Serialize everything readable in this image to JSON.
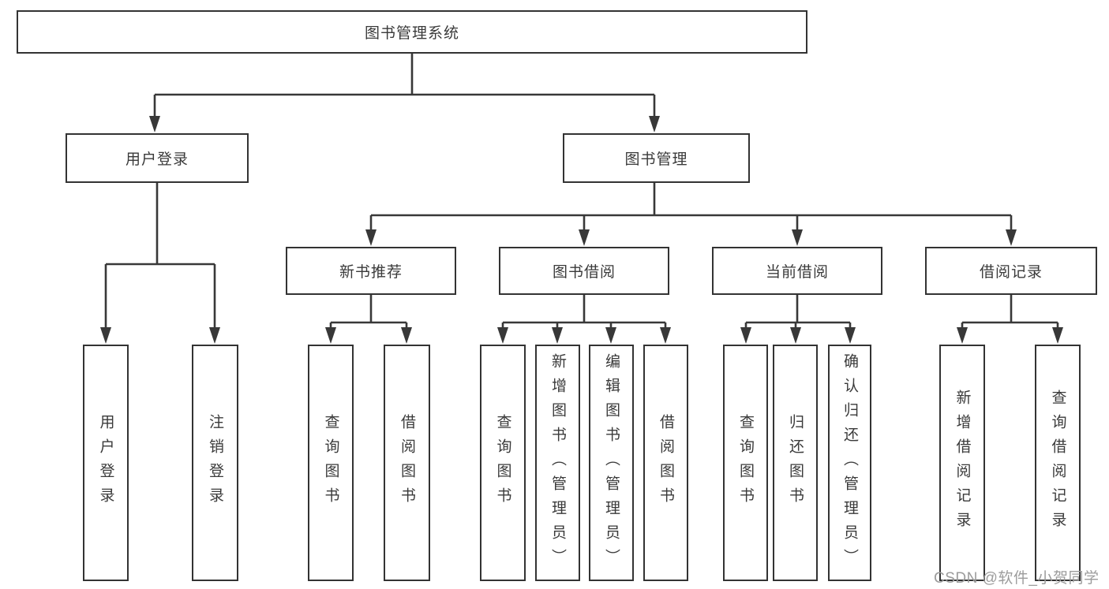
{
  "diagram": {
    "tree": {
      "label": "图书管理系统",
      "children": [
        {
          "label": "用户登录",
          "children": [
            {
              "label": "用户登录"
            },
            {
              "label": "注销登录"
            }
          ]
        },
        {
          "label": "图书管理",
          "children": [
            {
              "label": "新书推荐",
              "children": [
                {
                  "label": "查询图书"
                },
                {
                  "label": "借阅图书"
                }
              ]
            },
            {
              "label": "图书借阅",
              "children": [
                {
                  "label": "查询图书"
                },
                {
                  "label": "新增图书（管理员）"
                },
                {
                  "label": "编辑图书（管理员）"
                },
                {
                  "label": "借阅图书"
                }
              ]
            },
            {
              "label": "当前借阅",
              "children": [
                {
                  "label": "查询图书"
                },
                {
                  "label": "归还图书"
                },
                {
                  "label": "确认归还（管理员）"
                }
              ]
            },
            {
              "label": "借阅记录",
              "children": [
                {
                  "label": "新增借阅记录"
                },
                {
                  "label": "查询借阅记录"
                }
              ]
            }
          ]
        }
      ]
    },
    "colors": {
      "line": "#383838",
      "border": "#333333",
      "text": "#3a3a3a",
      "background": "#ffffff",
      "watermark": "#9c9c9c"
    }
  },
  "watermark": {
    "text": "CSDN @软件_小贺同学"
  }
}
